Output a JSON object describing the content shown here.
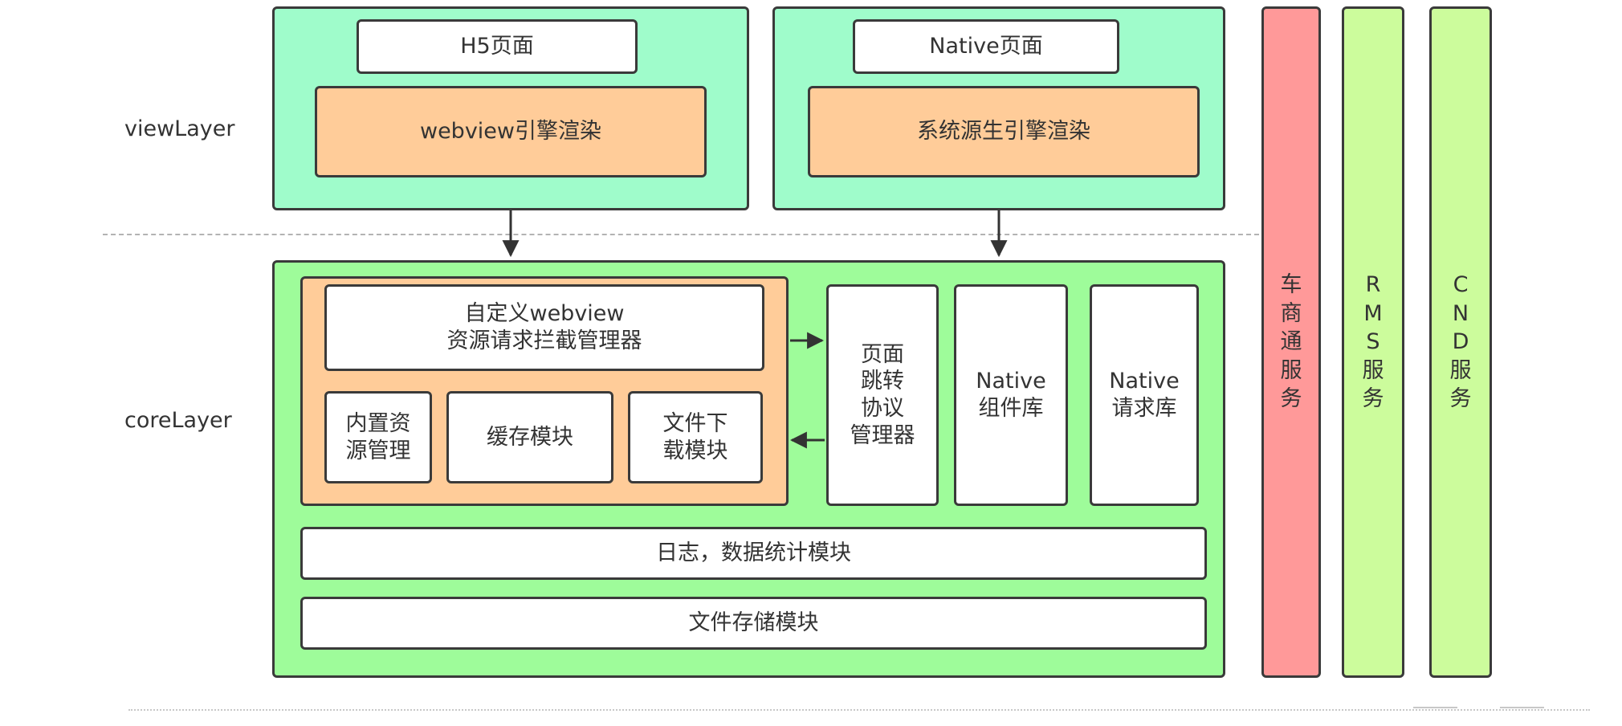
{
  "layers": {
    "view": "viewLayer",
    "core": "coreLayer"
  },
  "view": {
    "h5_page": "H5页面",
    "webview_render": "webview引擎渲染",
    "native_page": "Native页面",
    "native_render": "系统源生引擎渲染"
  },
  "core": {
    "interceptor": "自定义webview\n资源请求拦截管理器",
    "builtin_resource": "内置资\n源管理",
    "cache_module": "缓存模块",
    "download_module": "文件下\n载模块",
    "page_router": "页面\n跳转\n协议\n管理器",
    "native_components": "Native\n组件库",
    "native_request": "Native\n请求库",
    "log_stats": "日志，数据统计模块",
    "file_storage": "文件存储模块"
  },
  "services": {
    "dealer": "车\n商\n通\n服\n务",
    "rms": "R\nM\nS\n服\n务",
    "cnd": "C\nN\nD\n服\n务"
  },
  "colors": {
    "view_container": "#9ffccb",
    "core_container": "#9efc9a",
    "render_box": "#ffcc99",
    "dealer_service": "#ff9999",
    "other_services": "#ccfc9c"
  }
}
